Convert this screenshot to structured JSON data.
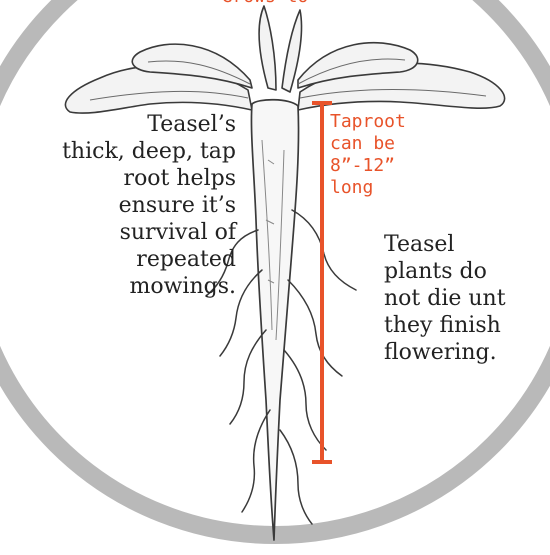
{
  "header": {
    "top_text": "Grows to"
  },
  "captions": {
    "left": [
      "Teasel’s",
      "thick, deep, tap",
      "root helps",
      "ensure it’s",
      "survival of",
      "repeated",
      "mowings."
    ],
    "right": [
      "Teasel",
      "plants do",
      "not die unt",
      "they finish",
      "flowering."
    ]
  },
  "length_note": {
    "lines": [
      "Taproot",
      "can be",
      "8”-12”",
      "long"
    ]
  },
  "colors": {
    "accent": "#e8532a",
    "ring": "#b9b9b9",
    "sketch": "#3a3a3a",
    "text": "#222222"
  },
  "icons": {
    "plant": "teasel-taproot-sketch"
  }
}
